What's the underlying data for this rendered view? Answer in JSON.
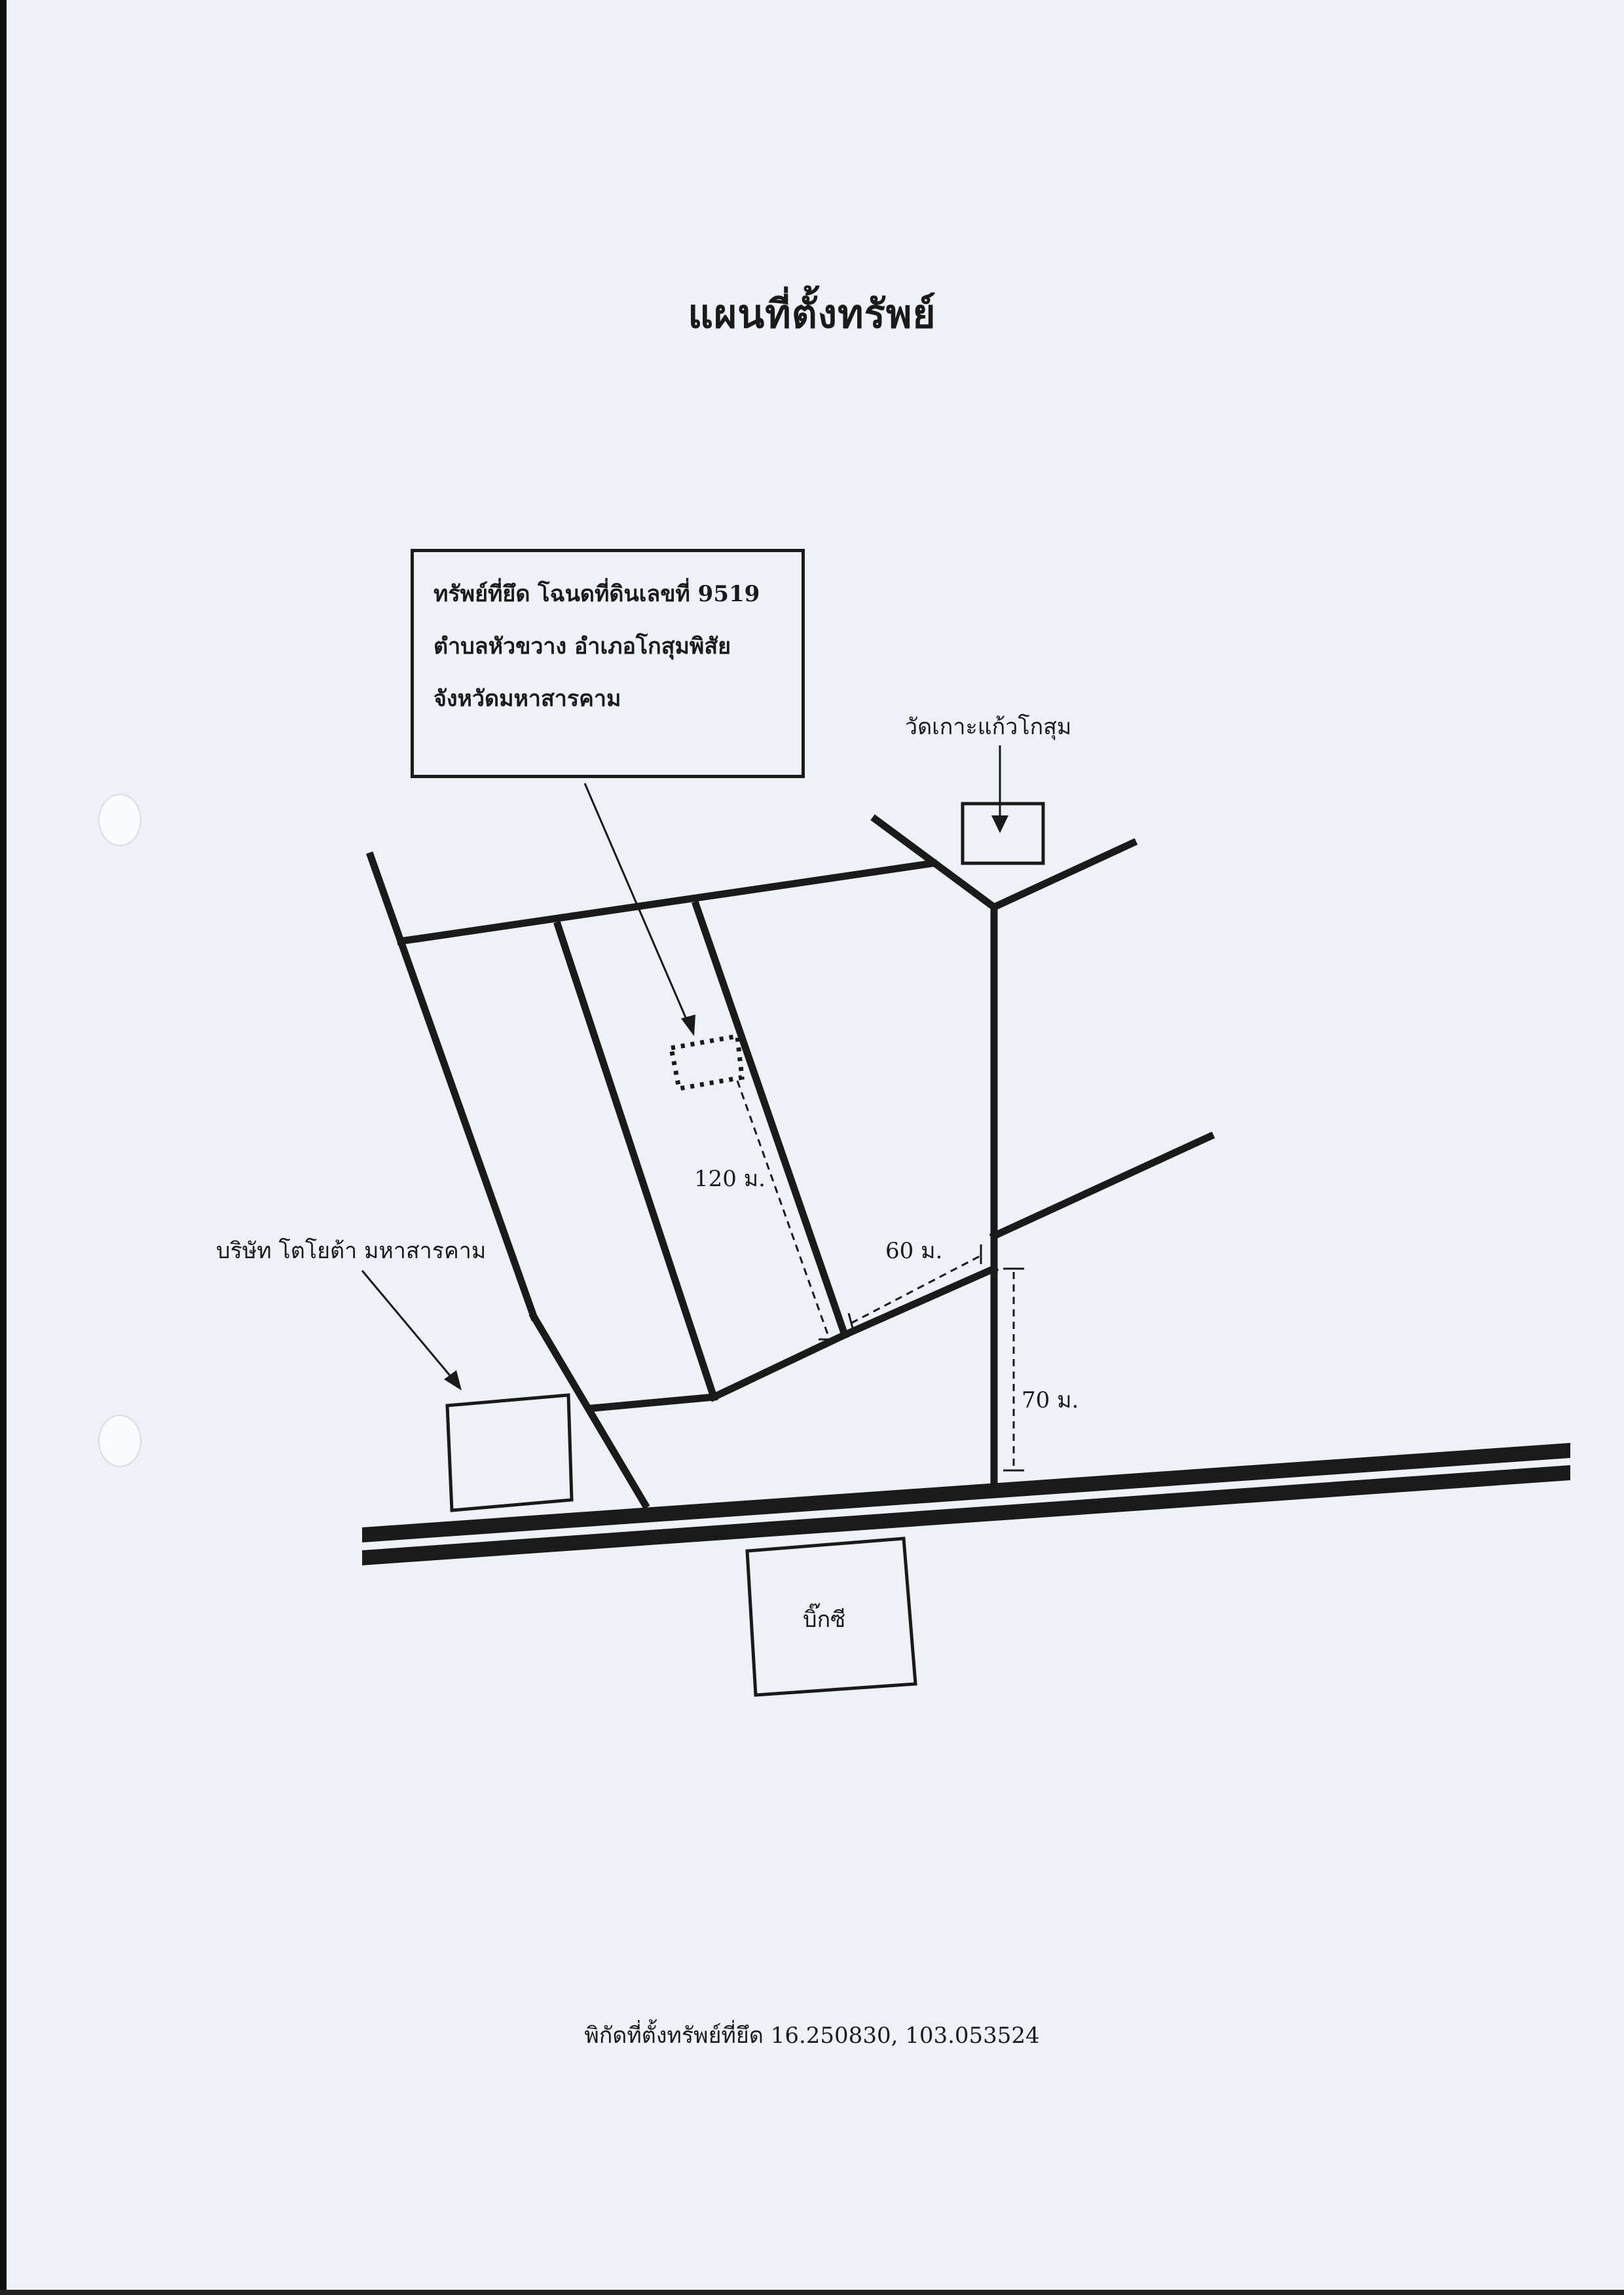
{
  "title": "แผนที่ตั้งทรัพย์",
  "info_box": {
    "line1": "ทรัพย์ที่ยึด โฉนดที่ดินเลขที่  9519",
    "line2": "ตำบลหัวขวาง  อำเภอโกสุมพิสัย",
    "line3": "จังหวัดมหาสารคาม"
  },
  "landmarks": {
    "temple": "วัดเกาะแก้วโกสุม",
    "company": "บริษัท โตโยต้า มหาสารคาม",
    "big_c": "บิ๊กซี"
  },
  "distances": {
    "d120": "120 ม.",
    "d60": "60 ม.",
    "d70": "70 ม."
  },
  "footer": "พิกัดที่ตั้งทรัพย์ที่ยึด 16.250830, 103.053524",
  "colors": {
    "ink": "#1a1a1a",
    "paper": "#eef1f8"
  }
}
